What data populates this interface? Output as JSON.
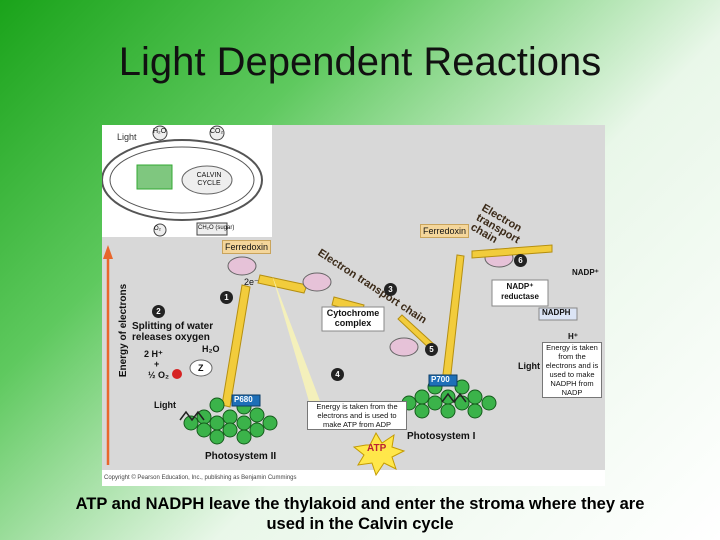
{
  "slide": {
    "title": "Light Dependent Reactions",
    "caption": "ATP and NADPH leave the thylakoid and enter the stroma where they are used in the Calvin cycle"
  },
  "diagram": {
    "inset": {
      "light": "Light",
      "h2o": "H₂O",
      "co2": "CO₂",
      "calvin": "CALVIN CYCLE",
      "o2": "O₂",
      "sugar": "CH₂O (sugar)"
    },
    "axis_label": "Energy of electrons",
    "ferredoxin_left": "Ferredoxin",
    "ferredoxin_right": "Ferredoxin",
    "etc_left": "Electron transport chain",
    "etc_right": "Electron transport chain",
    "electron_2e": "2e⁻",
    "cytochrome": "Cytochrome complex",
    "splitting": "Splitting of water releases oxygen",
    "water": "H₂O",
    "two_h": "2 H⁺",
    "plus": "+",
    "half_o2": "½ O₂",
    "z_label": "Z",
    "light_left": "Light",
    "light_right": "Light",
    "p680": "P680",
    "p700": "P700",
    "psII": "Photosystem II",
    "psI": "Photosystem I",
    "nadp_plus": "NADP⁺",
    "reductase": "NADP⁺ reductase",
    "nadph": "NADPH",
    "h_plus": "H⁺",
    "atp": "ATP",
    "callout_atp": "Energy is taken from the electrons and is used to make ATP from ADP",
    "callout_nadph": "Energy is taken from the electrons and is used to make NADPH from NADP",
    "copyright": "Copyright © Pearson Education, Inc., publishing as Benjamin Cummings",
    "steps": [
      "1",
      "2",
      "3",
      "4",
      "5",
      "6"
    ]
  }
}
